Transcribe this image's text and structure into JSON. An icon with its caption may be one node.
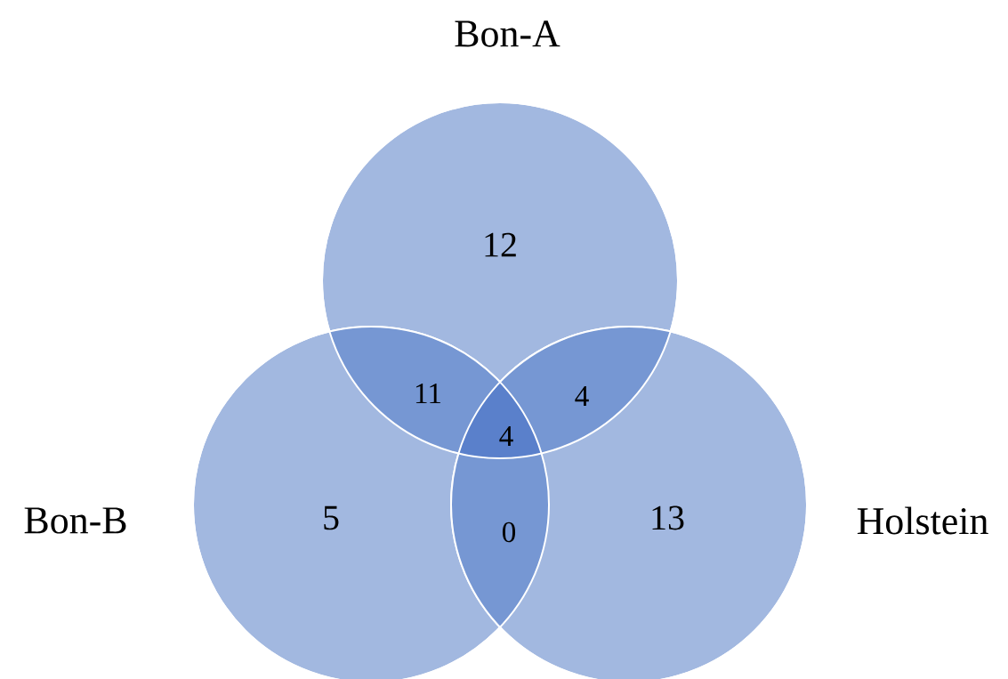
{
  "diagram": {
    "nodes": [
      {
        "text": [
          "12"
        ],
        "beside": [
          "Bon-A"
        ]
      },
      {
        "text": [
          "5"
        ],
        "beside": [
          "Bon-B"
        ]
      },
      {
        "text": [
          "13"
        ],
        "beside": [
          "Holstein"
        ]
      }
    ],
    "labels": [
      "11",
      "4",
      "4",
      "0"
    ]
  }
}
